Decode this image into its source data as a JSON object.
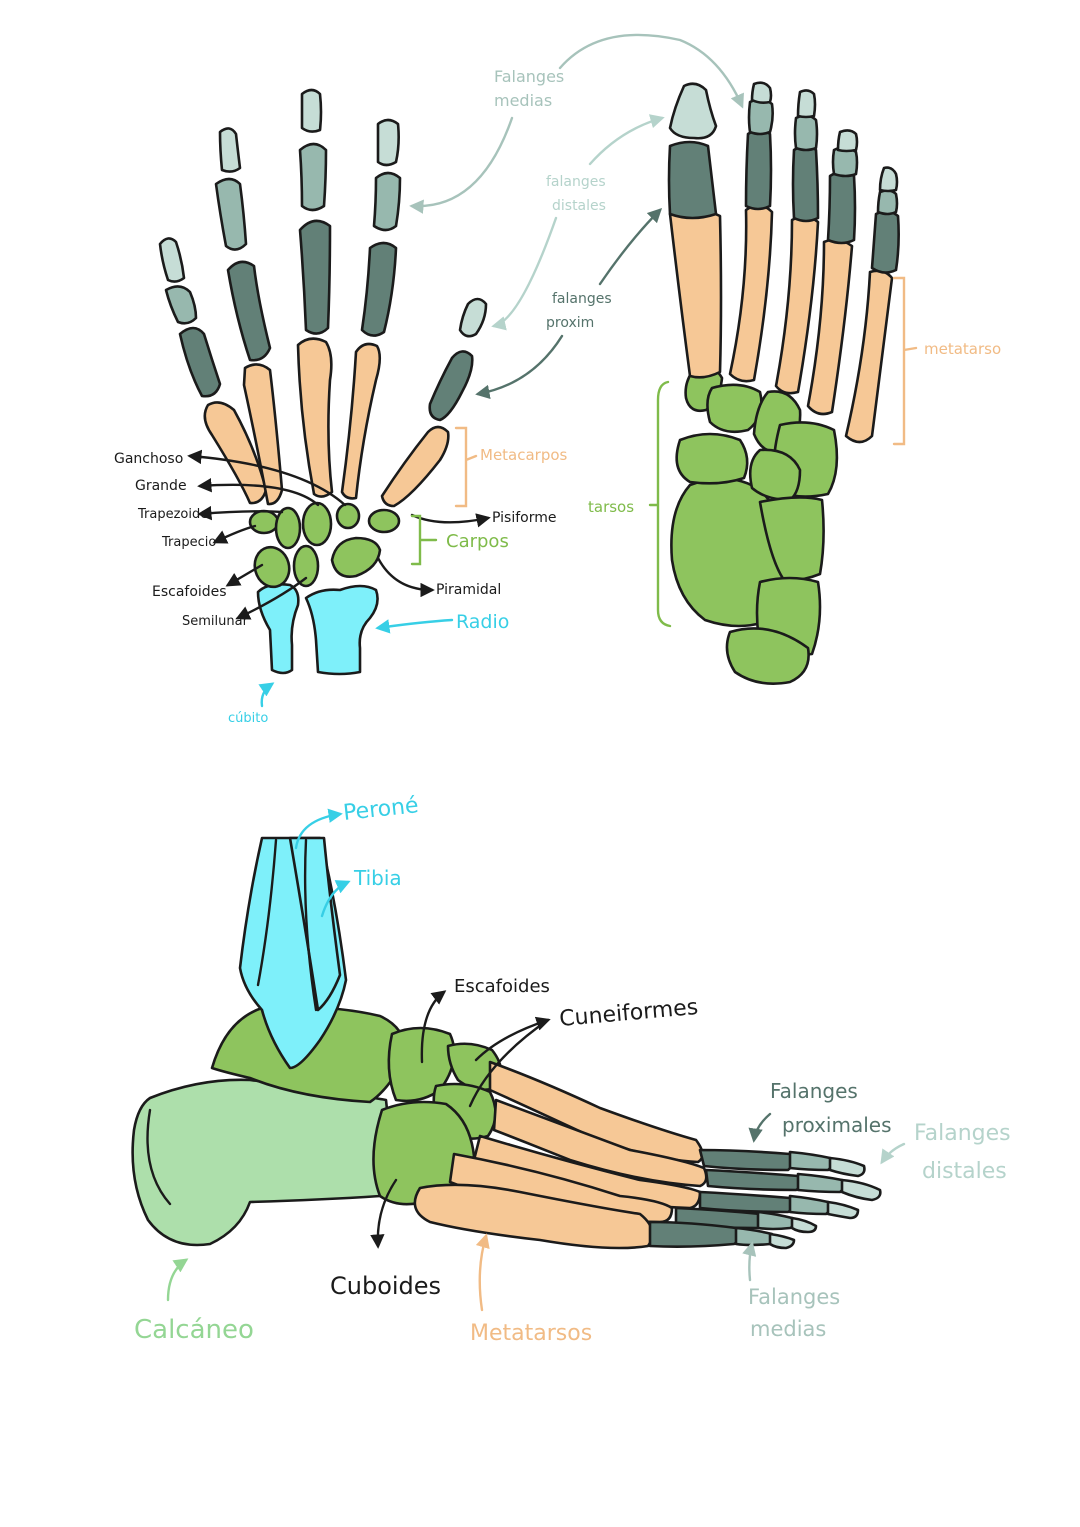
{
  "colors": {
    "distal": "#c6ddd6",
    "medial": "#97b8ae",
    "proximal": "#628077",
    "metacarpal": "#f6c896",
    "carpal": "#8ec45e",
    "forearm": "#7ef0fa",
    "calcaneus": "#addfab",
    "outline": "#1b1b1b",
    "label_dark": "#1b1b1b",
    "label_distal": "#b5d3cb",
    "label_medial": "#a7c3bb",
    "label_proximal": "#55736b",
    "label_meta": "#f1bb85",
    "label_carpal": "#7fbb4a",
    "label_forearm": "#37cfe6",
    "label_calcaneus": "#94d694"
  },
  "hand": {
    "labels": {
      "ganchoso": "Ganchoso",
      "grande": "Grande",
      "trapezoide": "Trapezoide",
      "trapecio": "Trapecio",
      "escafoides": "Escafoides",
      "semilunar": "Semilunar",
      "pisiforme": "Pisiforme",
      "piramidal": "Piramidal",
      "carpos": "Carpos",
      "metacarpos": "Metacarpos",
      "radio": "Radio",
      "cubito": "cúbito",
      "falanges_medias": [
        "Falanges",
        "medias"
      ],
      "falanges_distales": [
        "falanges",
        "distales"
      ],
      "falanges_proxim": [
        "falanges",
        "proxim"
      ]
    }
  },
  "foot_top": {
    "labels": {
      "metatarso": "metatarso",
      "tarsos": "tarsos"
    }
  },
  "foot_side": {
    "labels": {
      "perone": "Peroné",
      "tibia": "Tibia",
      "escafoides": "Escafoides",
      "cuneiformes": "Cuneiformes",
      "falanges_proximales": [
        "Falanges",
        "proximales"
      ],
      "falanges_distales": [
        "Falanges",
        "distales"
      ],
      "falanges_medias": [
        "Falanges",
        "medias"
      ],
      "cuboides": "Cuboides",
      "calcaneo": "Calcáneo",
      "metatarsos": "Metatarsos"
    }
  }
}
